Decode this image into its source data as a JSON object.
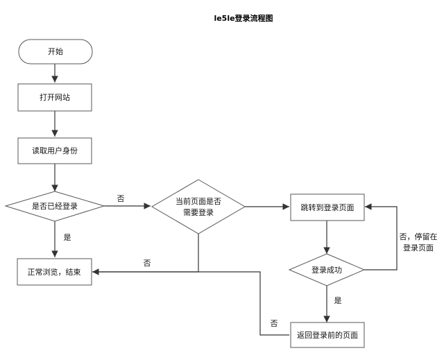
{
  "title": "le5le登录流程图",
  "nodes": {
    "start": "开始",
    "open_site": "打开网站",
    "read_identity": "读取用户身份",
    "logged_in_q": "是否已经登录",
    "page_requires_login_q": [
      "当前页面是否",
      "需要登录"
    ],
    "normal_browse_end": "正常浏览，结束",
    "jump_login": "跳转到登录页面",
    "login_success_q": "登录成功",
    "return_prev_page": "返回登录前的页面"
  },
  "edge_labels": {
    "logged_in_no": "否",
    "logged_in_yes": "是",
    "requires_login_no": "否",
    "success_no_stay": [
      "否，停留在",
      "登录页面"
    ],
    "success_yes": "是",
    "return_no": "否"
  }
}
